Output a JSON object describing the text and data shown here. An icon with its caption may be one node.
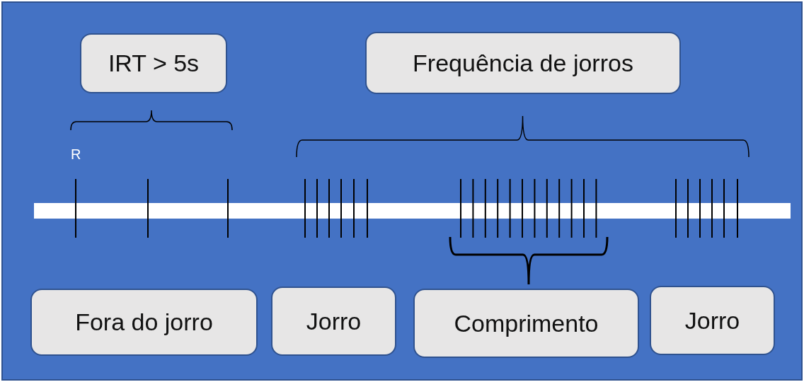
{
  "diagram": {
    "nodes": [
      {
        "text": [
          "IRT > 5s"
        ]
      },
      {
        "text": [
          "Frequência de jorros"
        ]
      },
      {
        "text": [
          "Fora do jorro"
        ]
      },
      {
        "text": [
          "Jorro"
        ]
      },
      {
        "text": [
          "Comprimento"
        ]
      },
      {
        "text": [
          "Jorro"
        ]
      }
    ],
    "labels": [
      "R"
    ]
  }
}
